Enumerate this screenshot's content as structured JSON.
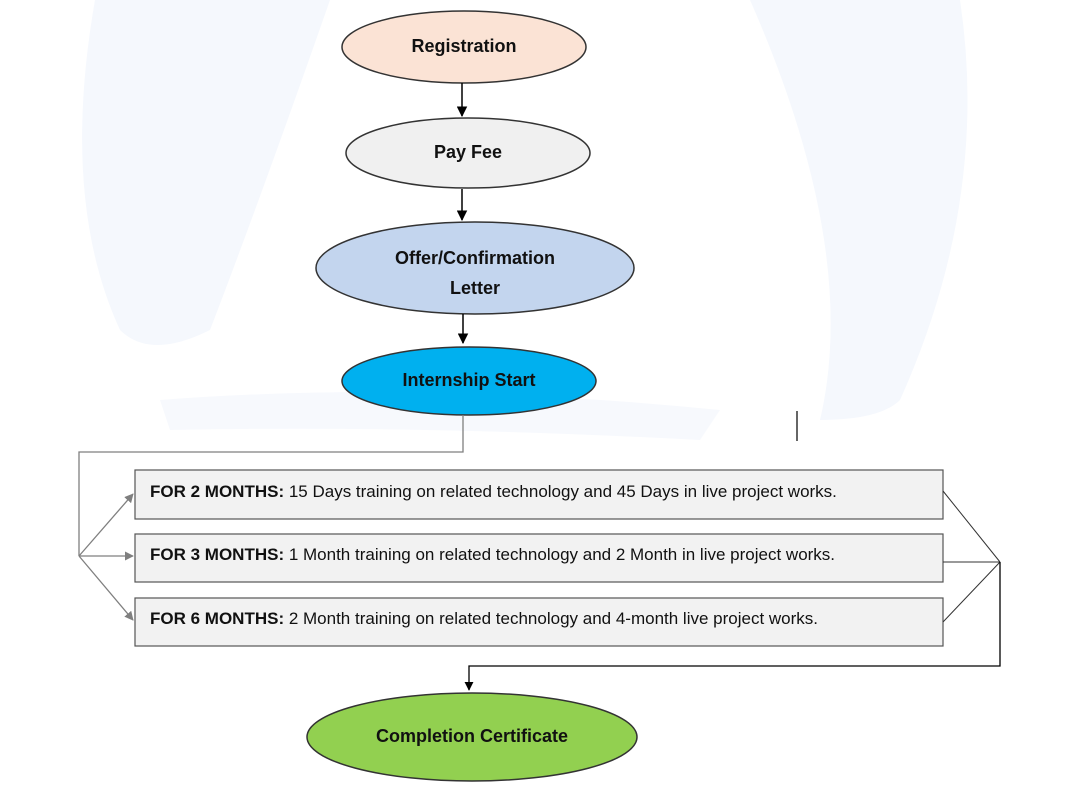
{
  "colors": {
    "background_watermark": "#f3f6fc",
    "registration": "#fbe3d5",
    "pay_fee": "#f0f0f0",
    "offer_letter": "#c3d5ee",
    "internship_start": "#00b0ef",
    "completion": "#92d050",
    "box_fill": "#f2f2f2",
    "outline": "#333333",
    "arrow_gray": "#7f7f7f"
  },
  "nodes": {
    "registration": "Registration",
    "pay_fee": "Pay Fee",
    "offer_letter_line1": "Offer/Confirmation",
    "offer_letter_line2": "Letter",
    "internship_start": "Internship Start",
    "completion": "Completion Certificate"
  },
  "plans": [
    {
      "duration": "FOR 2 MONTHS:",
      "description": " 15 Days training on related technology and 45 Days in live project works."
    },
    {
      "duration": "FOR 3 MONTHS:",
      "description": " 1 Month training on related technology and 2 Month in live project works."
    },
    {
      "duration": "FOR 6 MONTHS:",
      "description": " 2 Month training on related technology and 4-month live project works."
    }
  ]
}
